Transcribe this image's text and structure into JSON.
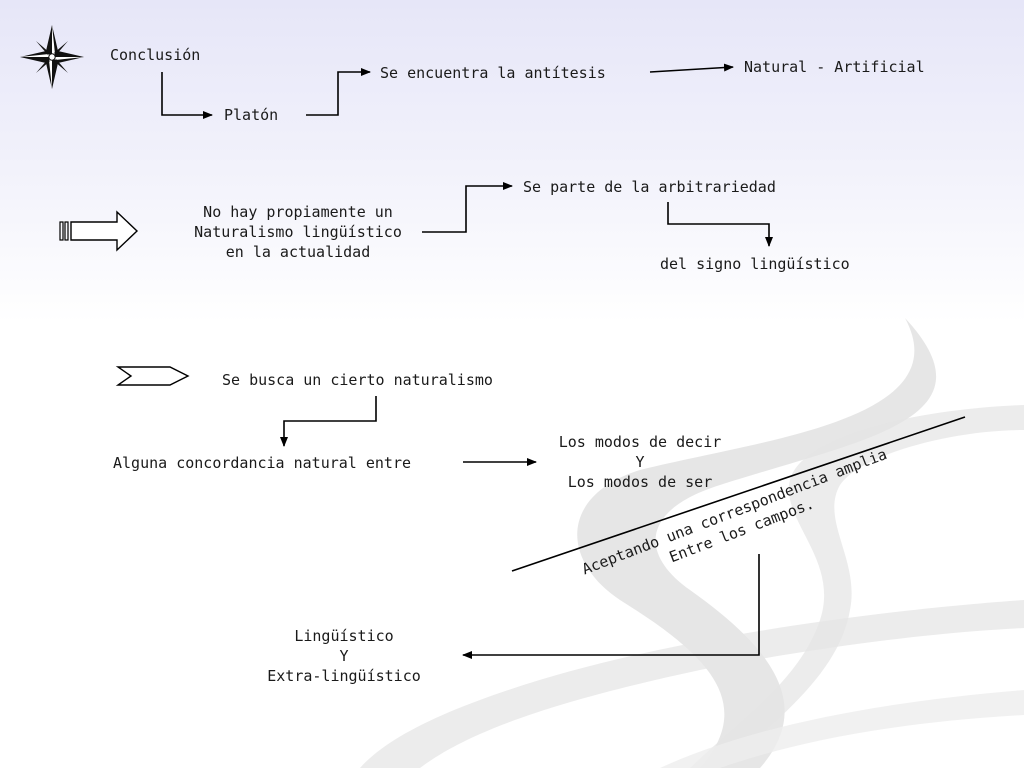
{
  "nodes": {
    "conclusion": "Conclusión",
    "plato": "Platón",
    "antithesis": "Se encuentra la antítesis",
    "natural_artificial": "Natural - Artificial",
    "no_naturalism": [
      "No hay propiamente un",
      "Naturalismo lingüístico",
      "en la actualidad"
    ],
    "arbitrariness": "Se parte de la arbitrariedad",
    "sign": "del signo lingüístico",
    "search": "Se busca un cierto naturalismo",
    "concordance": "Alguna concordancia natural entre",
    "modes": [
      "Los modos de decir",
      "Y",
      "Los modos de ser"
    ],
    "accepting": [
      "Aceptando una correspondencia amplia",
      "Entre los campos."
    ],
    "linguistic": [
      "Lingüístico",
      "Y",
      "Extra-lingüístico"
    ]
  },
  "icons": [
    "compass-star-icon",
    "striped-arrow-icon",
    "chevron-arrow-icon"
  ],
  "colors": {
    "text": "#1a1a1a",
    "line": "#000000",
    "swoosh": "#d9d9d9"
  }
}
